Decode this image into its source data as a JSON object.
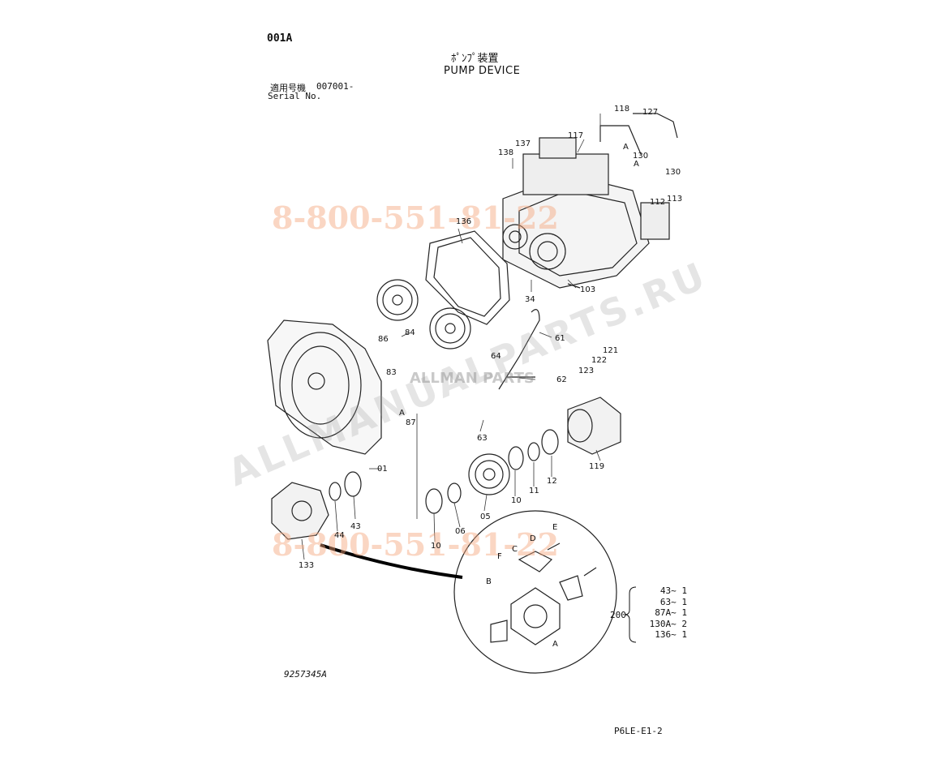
{
  "header": {
    "code": "001A",
    "title_jp": "ﾎﾟﾝﾌﾟ装置",
    "title_en": "PUMP DEVICE",
    "serial_jp": "適用号機",
    "serial_value": "007001-",
    "serial_en": "Serial No."
  },
  "footer": {
    "drawing_no": "9257345A",
    "page_ref": "P6LE-E1-2"
  },
  "watermarks": {
    "phone_1": "8-800-551-81-22",
    "site_diag": "ALLMANUALPARTS.RU",
    "logo": "ALLMAN PARTS",
    "phone_2": "8-800-551-81-22"
  },
  "callouts": [
    "001A",
    "118",
    "127",
    "117",
    "137",
    "138",
    "130",
    "130",
    "113",
    "112",
    "136",
    "103",
    "34",
    "86",
    "84",
    "83",
    "61",
    "64",
    "62",
    "121",
    "122",
    "123",
    "87",
    "A",
    "A",
    "A",
    "63",
    "01",
    "12",
    "11",
    "10",
    "119",
    "05",
    "06",
    "43",
    "44",
    "10",
    "133",
    "E",
    "D",
    "C",
    "F",
    "B",
    "A"
  ],
  "kit": {
    "label": "200",
    "items": [
      "43~ 1",
      "63~ 1",
      "87A~ 1",
      "130A~ 2",
      "136~ 1"
    ]
  }
}
